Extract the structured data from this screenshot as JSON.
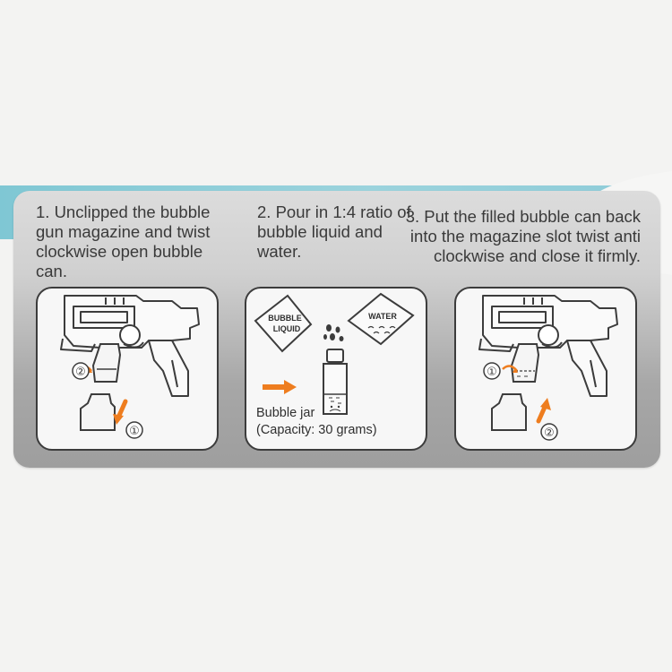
{
  "steps": [
    {
      "text": "1. Unclipped the bubble gun magazine and twist clockwise open bubble can.",
      "marker_a": "②",
      "marker_b": "①"
    },
    {
      "text": "2. Pour in 1:4 ratio of bubble liquid and water.",
      "bubble_label_line1": "BUBBLE",
      "bubble_label_line2": "LIQUID",
      "water_label": "WATER",
      "jar_name": "Bubble jar",
      "jar_capacity": "(Capacity: 30 grams)"
    },
    {
      "text": "3. Put the filled bubble can back into the magazine slot twist anti clockwise and close it firmly.",
      "marker_a": "①",
      "marker_b": "②"
    }
  ],
  "colors": {
    "accent_orange": "#ee7d1f",
    "line_dark": "#3c3c3c",
    "panel_gray": "#a7a7a7",
    "band_teal": "#8fcdd8"
  }
}
